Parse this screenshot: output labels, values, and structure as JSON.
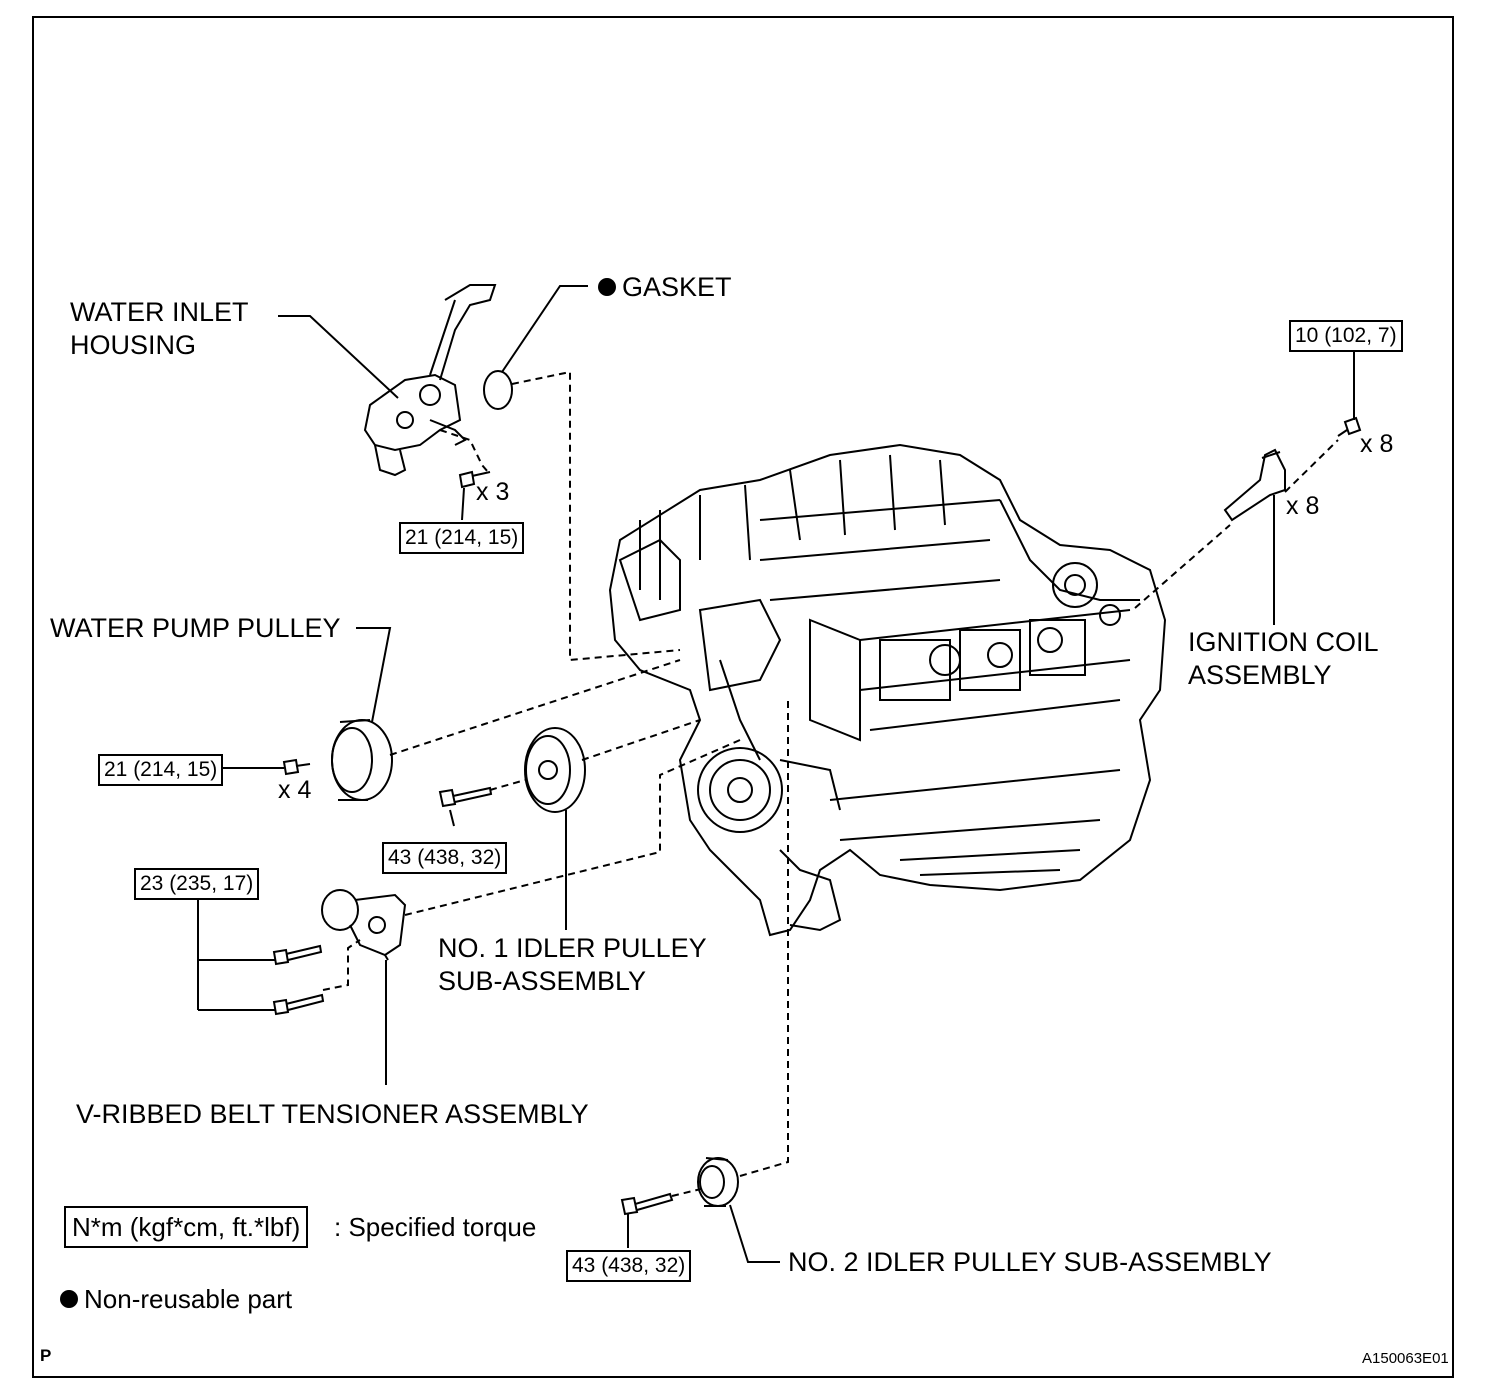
{
  "labels": {
    "water_inlet_housing": "WATER INLET\nHOUSING",
    "gasket": "GASKET",
    "water_pump_pulley": "WATER PUMP PULLEY",
    "no1_idler_pulley": "NO. 1 IDLER PULLEY\nSUB-ASSEMBLY",
    "v_ribbed_belt_tensioner": "V-RIBBED BELT TENSIONER ASSEMBLY",
    "ignition_coil": "IGNITION COIL\nASSEMBLY",
    "no2_idler_pulley": "NO. 2 IDLER PULLEY SUB-ASSEMBLY"
  },
  "torques": {
    "water_inlet": "21 (214, 15)",
    "water_pump": "21 (214, 15)",
    "no1_idler": "43 (438, 32)",
    "tensioner": "23 (235, 17)",
    "ignition_coil": "10 (102, 7)",
    "no2_idler": "43 (438, 32)"
  },
  "quantities": {
    "water_inlet_bolts": "x 3",
    "water_pump_bolts": "x 4",
    "ignition_coil_bolts": "x 8",
    "ignition_coils": "x 8"
  },
  "legend": {
    "torque_box": "N*m (kgf*cm, ft.*lbf)",
    "torque_text": ": Specified torque",
    "non_reusable": "Non-reusable part"
  },
  "corner_left": "P",
  "figure_id": "A150063E01"
}
